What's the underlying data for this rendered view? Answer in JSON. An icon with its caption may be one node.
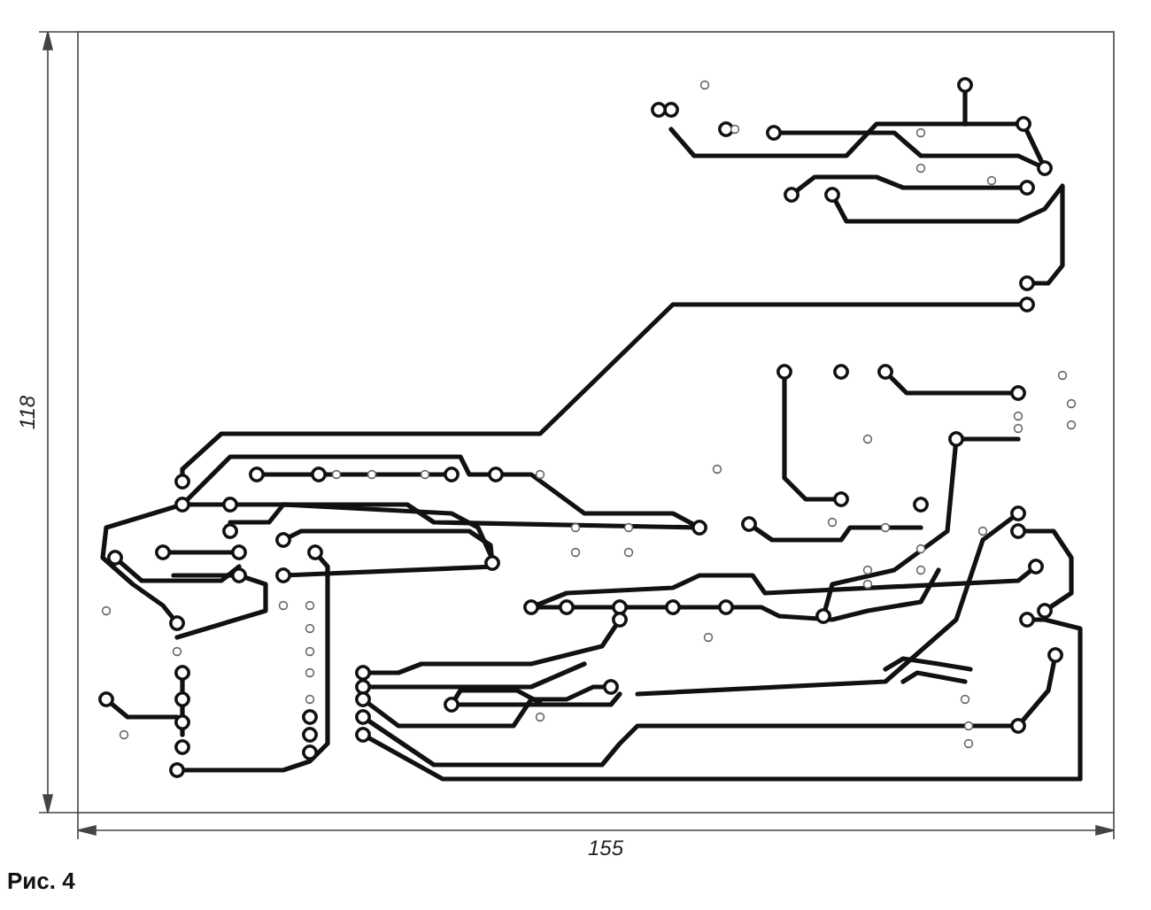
{
  "diagram": {
    "caption": "Рис. 4",
    "labels": [
      "118",
      "155"
    ]
  }
}
